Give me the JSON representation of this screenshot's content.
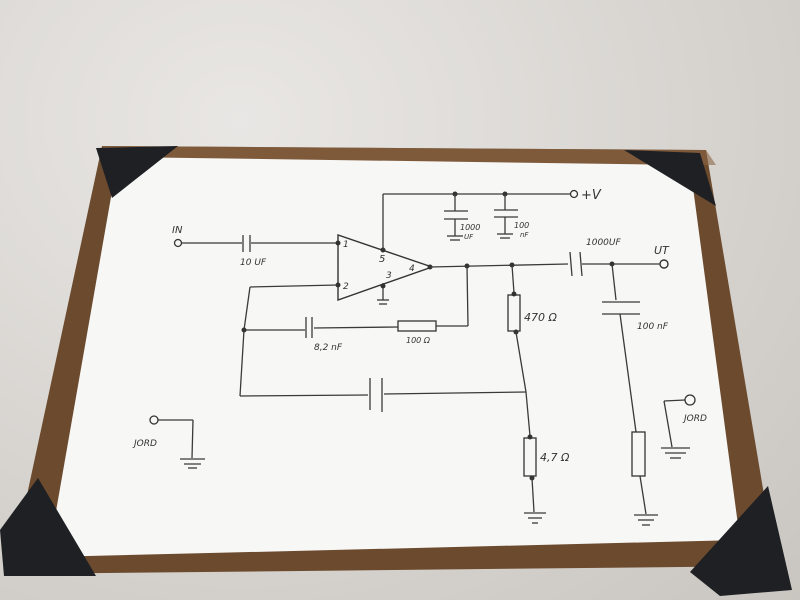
{
  "colors": {
    "ink": "#333333",
    "board": "#6b4a2e",
    "paper": "#f7f7f6",
    "corner": "#1e2024"
  },
  "labels": {
    "in": "IN",
    "supply": "+V",
    "out": "UT",
    "pin1": "1",
    "pin2": "2",
    "pin3": "3",
    "pin4": "4",
    "pin5": "5",
    "c_in": "10 UF",
    "c_sup1_a": "1000",
    "c_sup1_b": "UF",
    "c_sup2_a": "100",
    "c_sup2_b": "nF",
    "c_out": "1000UF",
    "c_shunt": "100 nF",
    "r_fb_small": "100 Ω",
    "c_fb": "8,2 nF",
    "r_470": "470 Ω",
    "r_47": "4,7 Ω",
    "ground_left": "JORD",
    "ground_right": "JORD"
  }
}
